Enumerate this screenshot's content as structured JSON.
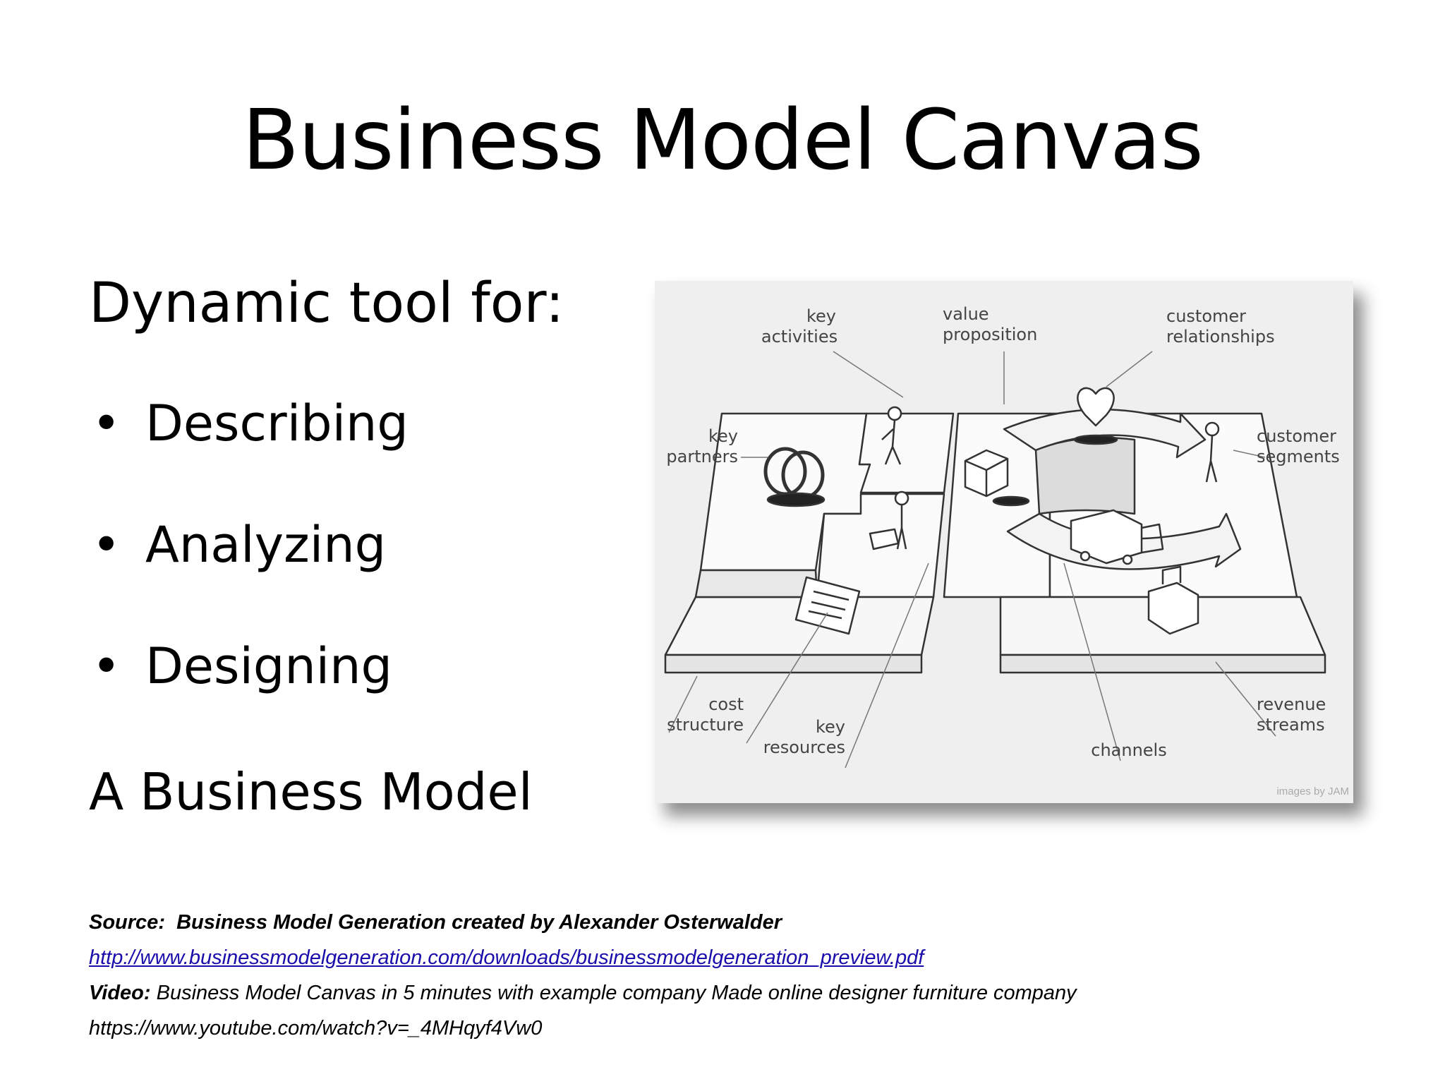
{
  "slide": {
    "title": "Business Model Canvas",
    "subtitle": "Dynamic tool for:",
    "bullets": [
      "Describing",
      "Analyzing",
      "Designing"
    ],
    "closing": "A Business Model"
  },
  "canvas_image": {
    "labels": {
      "key_activities": [
        "key",
        "activities"
      ],
      "value_proposition": [
        "value",
        "proposition"
      ],
      "customer_relationships": [
        "customer",
        "relationships"
      ],
      "key_partners": [
        "key",
        "partners"
      ],
      "customer_segments": [
        "customer",
        "segments"
      ],
      "cost_structure": [
        "cost",
        "structure"
      ],
      "key_resources": [
        "key",
        "resources"
      ],
      "channels": [
        "channels"
      ],
      "revenue_streams": [
        "revenue",
        "streams"
      ]
    },
    "credit": "images by JAM"
  },
  "footer": {
    "source_label": "Source:",
    "source_text": "Business Model Generation created by Alexander Osterwalder",
    "link": "http://www.businessmodelgeneration.com/downloads/businessmodelgeneration_preview.pdf",
    "video_label": "Video:",
    "video_text": "Business Model Canvas in 5 minutes with example company Made online designer furniture company",
    "video_url": "https://www.youtube.com/watch?v=_4MHqyf4Vw0"
  }
}
